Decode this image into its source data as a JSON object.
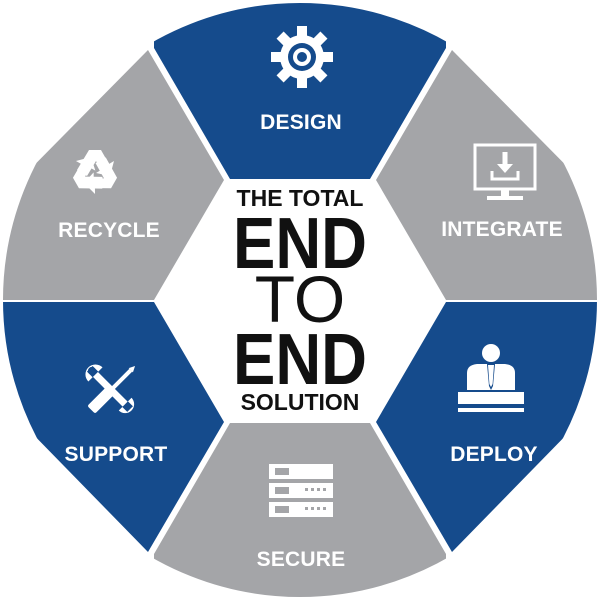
{
  "center": {
    "line1": "THE TOTAL",
    "line2": "END",
    "line3": "TO",
    "line4": "END",
    "line5": "SOLUTION"
  },
  "segments": [
    {
      "id": "design",
      "label": "DESIGN",
      "icon": "gear-icon",
      "color": "#154b8c"
    },
    {
      "id": "integrate",
      "label": "INTEGRATE",
      "icon": "monitor-download-icon",
      "color": "#a4a5a8"
    },
    {
      "id": "deploy",
      "label": "DEPLOY",
      "icon": "presenter-icon",
      "color": "#154b8c"
    },
    {
      "id": "secure",
      "label": "SECURE",
      "icon": "server-rack-icon",
      "color": "#a4a5a8"
    },
    {
      "id": "support",
      "label": "SUPPORT",
      "icon": "wrench-screwdriver-icon",
      "color": "#154b8c"
    },
    {
      "id": "recycle",
      "label": "RECYCLE",
      "icon": "recycle-icon",
      "color": "#a4a5a8"
    }
  ]
}
